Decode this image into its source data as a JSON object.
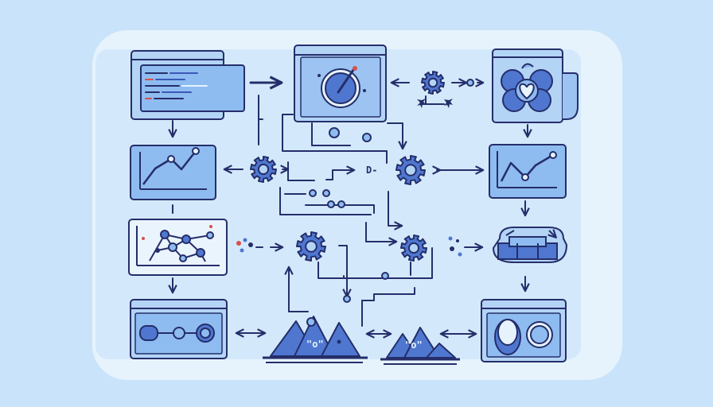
{
  "diagram": {
    "caption_labels": {
      "d_marker": "D-",
      "mountain_left_mark": "\"o\"",
      "mountain_right_mark": "\"o\""
    },
    "icons": {
      "code_window": "code-window-icon",
      "dial_window": "dial-window-icon",
      "flower_heart": "flower-heart-icon",
      "line_chart": "line-chart-icon",
      "node_graph": "node-graph-icon",
      "gear": "gear-icon",
      "mountains": "mountains-icon",
      "coin_stack": "coins-icon",
      "bridge_cloud": "bridge-cloud-icon",
      "pipeline_window": "pipeline-window-icon"
    },
    "colors": {
      "background": "#c9e4fa",
      "panel": "#e6f3fd",
      "panel_edge": "#bcdcf6",
      "stroke": "#252e6a",
      "window_fill": "#8fbcf0",
      "window_fill_light": "#b4d4f6",
      "titlebar": "#dbeafb",
      "node_fill": "#4f77d0",
      "accent_red": "#d8504a"
    }
  }
}
